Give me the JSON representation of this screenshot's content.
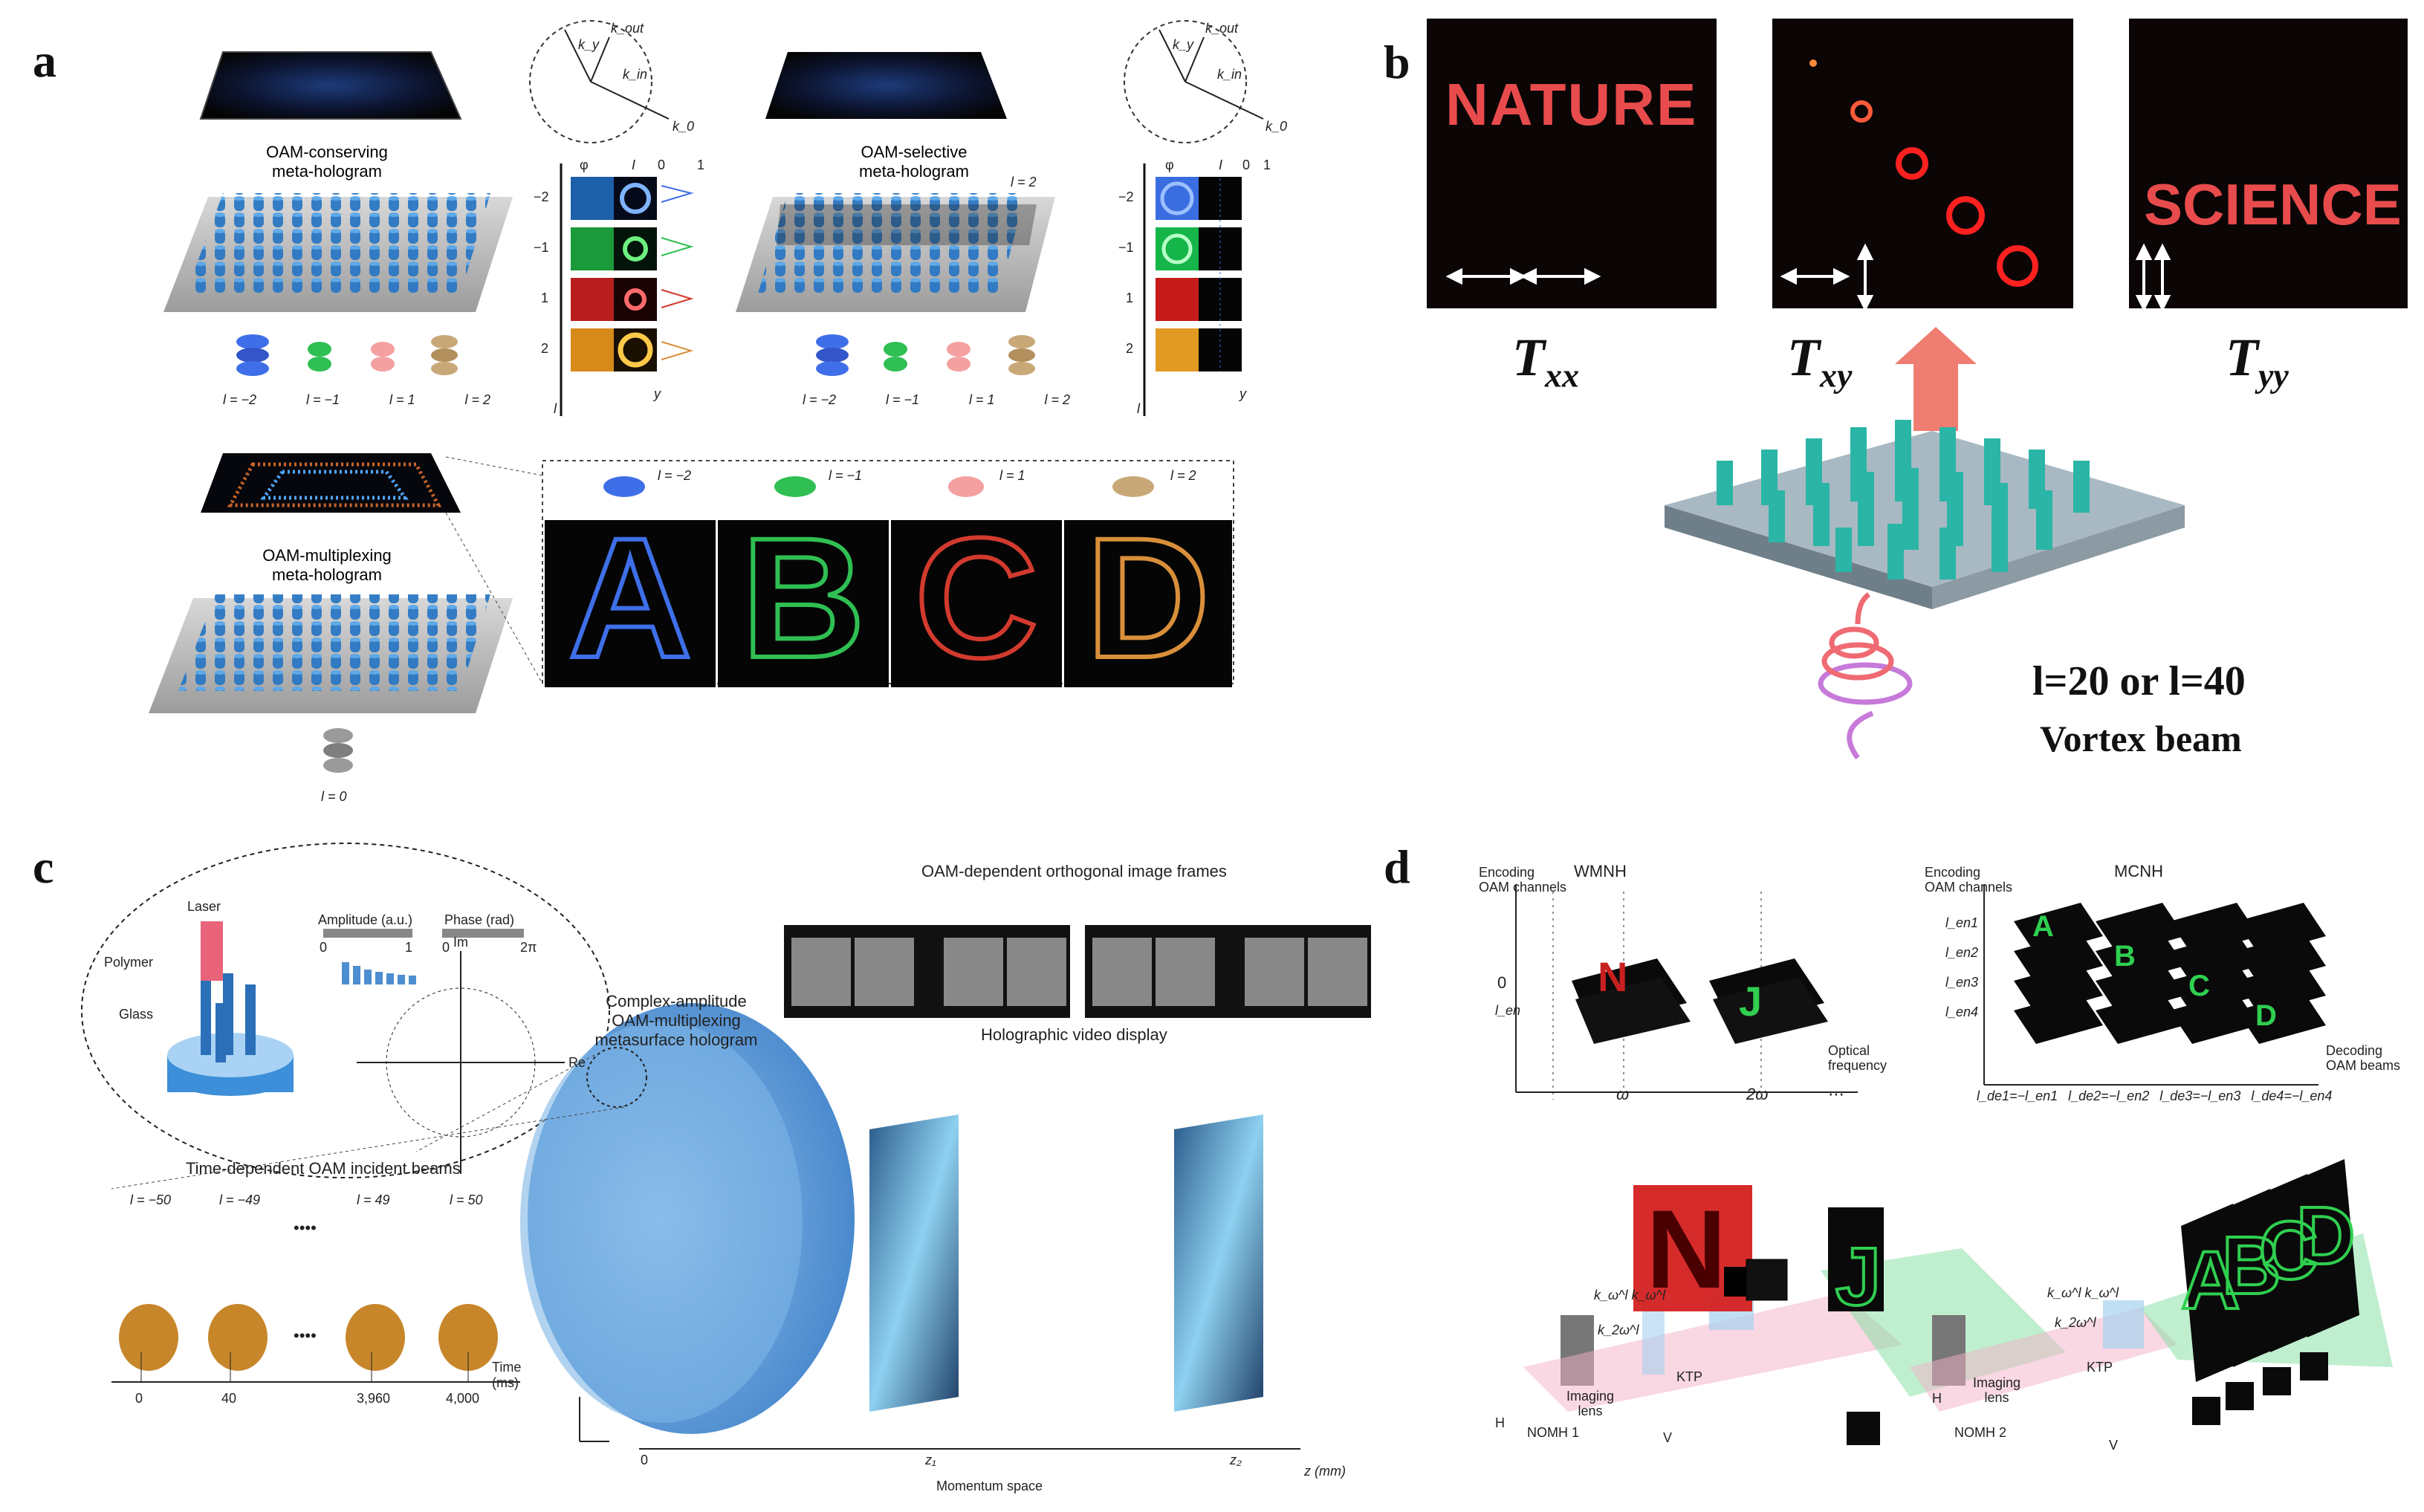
{
  "panels": {
    "a": {
      "letter": "a",
      "conserving_label": "OAM-conserving\nmeta-hologram",
      "selective_label": "OAM-selective\nmeta-hologram",
      "multiplexing_label": "OAM-multiplexing\nmeta-hologram",
      "helix_labels": [
        "l = −2",
        "l = −1",
        "l = 1",
        "l = 2"
      ],
      "l_zero": "l = 0",
      "l_two": "l = 2",
      "table_rows": [
        "−2",
        "−1",
        "1",
        "2"
      ],
      "table_cols": [
        "φ",
        "I",
        "0",
        "1"
      ],
      "axis_l": "l",
      "axis_y": "y",
      "k_labels": [
        "k_out",
        "k_in",
        "k_y",
        "k_0"
      ],
      "abcd_letters": [
        "A",
        "B",
        "C",
        "D"
      ],
      "abcd_helix_labels": [
        "l = −2",
        "l = −1",
        "l = 1",
        "l = 2"
      ],
      "colors": {
        "blue": "#3f6fe8",
        "green": "#2fbf52",
        "red": "#d23a2e",
        "orange": "#d98f3a",
        "platform": "#2f7dc6"
      }
    },
    "b": {
      "letter": "b",
      "words": [
        "NATURE",
        "SCIENCE"
      ],
      "labels": [
        "T",
        "xx",
        "T",
        "xy",
        "T",
        "yy"
      ],
      "beam_line1": "l=20 or l=40",
      "beam_line2": "Vortex beam",
      "colors": {
        "word": "#e84b4b",
        "pillar": "#2bb5a6",
        "arrow": "#ef7d72",
        "helix": "#c77ad9"
      }
    },
    "c": {
      "letter": "c",
      "inset_labels": [
        "Laser",
        "Polymer",
        "Glass",
        "Amplitude (a.u.)",
        "Phase (rad)",
        "Im",
        "Re",
        "0",
        "1",
        "0",
        "2π"
      ],
      "hologram_label": "Complex-amplitude\nOAM-multiplexing\nmetasurface hologram",
      "frames_title": "OAM-dependent orthogonal image frames",
      "video_label": "Holographic video display",
      "incident_title": "Time-dependent OAM incident beams",
      "incident_l": [
        "l = −50",
        "l = −49",
        "l = 49",
        "l = 50"
      ],
      "time_ticks": [
        "0",
        "40",
        "3,960",
        "4,000"
      ],
      "time_axis": "Time\n(ms)",
      "z_ticks": [
        "0",
        "z₁",
        "z₂"
      ],
      "z_axis": "z (mm)",
      "momentum": "Momentum space",
      "dots": "••••"
    },
    "d": {
      "letter": "d",
      "wmnh_title": "WMNH",
      "mcnh_title": "MCNH",
      "encoding_label": "Encoding\nOAM channels",
      "optical_freq": "Optical\nfrequency",
      "decoding_label": "Decoding\nOAM beams",
      "wmnh_zero": "0",
      "wmnh_len": "l_en",
      "omega": "ω",
      "two_omega": "2ω",
      "ellipsis": "⋯",
      "mcnh_rows": [
        "l_en1",
        "l_en2",
        "l_en3",
        "l_en4"
      ],
      "mcnh_bottom": [
        "l_de1=−l_en1",
        "l_de2=−l_en2",
        "l_de3=−l_en3",
        "l_de4=−l_en4"
      ],
      "setup1": [
        "Imaging\nlens",
        "KTP",
        "NOMH 1",
        "H",
        "V"
      ],
      "setup2": [
        "Imaging\nlens",
        "KTP",
        "NOMH 2",
        "H",
        "V"
      ],
      "k_labels": [
        "k_ω^l  k_ω^l",
        "k_2ω^l"
      ],
      "letters_1": [
        "N",
        "J"
      ],
      "letters_2": [
        "A",
        "B",
        "C",
        "D"
      ]
    }
  }
}
